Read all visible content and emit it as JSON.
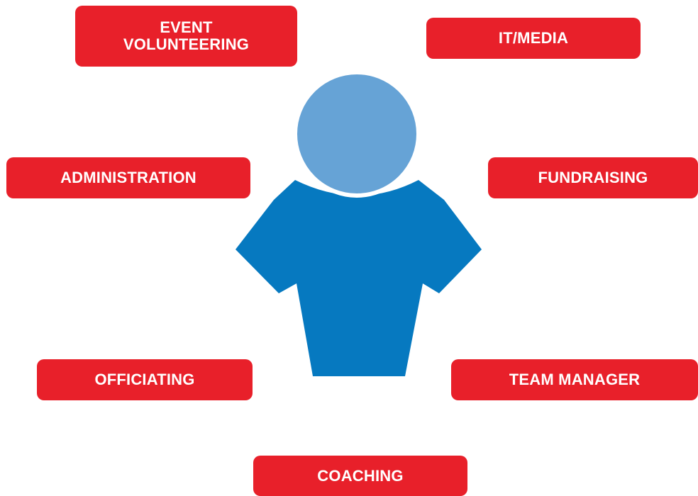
{
  "colors": {
    "accent": "#e8202a",
    "head": "#66a3d6",
    "body": "#0679c0"
  },
  "icon": "person-icon",
  "roles": {
    "event_volunteering": "EVENT\nVOLUNTEERING",
    "it_media": "IT/MEDIA",
    "administration": "ADMINISTRATION",
    "fundraising": "FUNDRAISING",
    "officiating": "OFFICIATING",
    "team_manager": "TEAM MANAGER",
    "coaching": "COACHING"
  }
}
